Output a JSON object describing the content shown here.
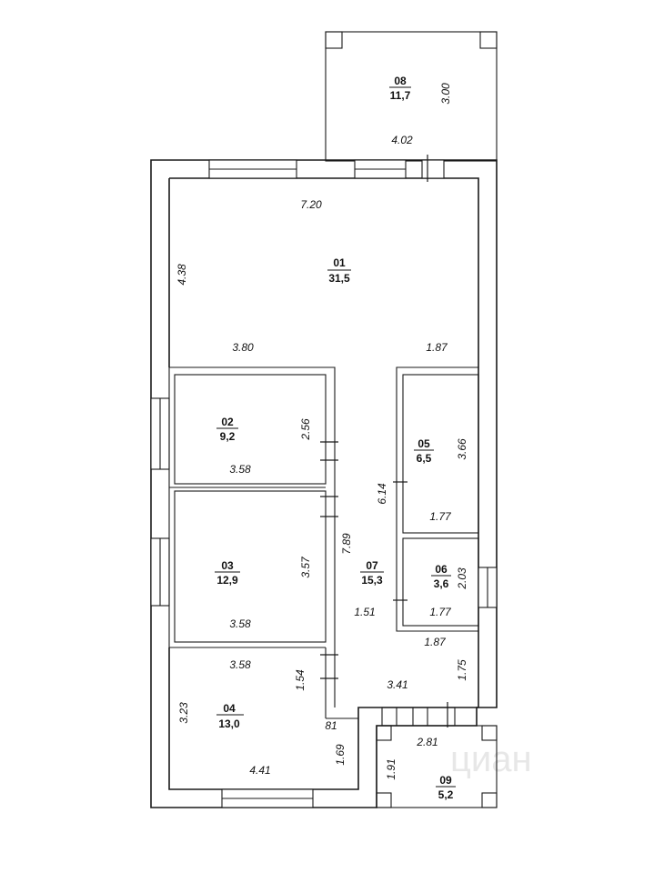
{
  "rooms": [
    {
      "id": "01",
      "number": "01",
      "area": "31,5"
    },
    {
      "id": "02",
      "number": "02",
      "area": "9,2"
    },
    {
      "id": "03",
      "number": "03",
      "area": "12,9"
    },
    {
      "id": "04",
      "number": "04",
      "area": "13,0"
    },
    {
      "id": "05",
      "number": "05",
      "area": "6,5"
    },
    {
      "id": "06",
      "number": "06",
      "area": "3,6"
    },
    {
      "id": "07",
      "number": "07",
      "area": "15,3"
    },
    {
      "id": "08",
      "number": "08",
      "area": "11,7"
    },
    {
      "id": "09",
      "number": "09",
      "area": "5,2"
    }
  ],
  "dimensions": {
    "d08_h": "3.00",
    "d08_w": "4.02",
    "d01_top": "7.20",
    "d01_left": "4.38",
    "d01_bl": "3.80",
    "d01_br": "1.87",
    "d02_h": "2.56",
    "d02_w": "3.58",
    "d05_h": "3.66",
    "d05_w": "1.77",
    "d07_a": "6.14",
    "d07_b": "7.89",
    "d07_c": "1.51",
    "d03_h": "3.57",
    "d03_w": "3.58",
    "d06_h": "2.03",
    "d06_w": "1.77",
    "d07_d": "1.87",
    "d07_e": "1.75",
    "d04_top": "3.58",
    "d04_r": "1.54",
    "d07_f": "3.41",
    "d04_left": "3.23",
    "d04_81": "81",
    "d09_w": "2.81",
    "d09_h": "1.91",
    "d04_r2": "1.69",
    "d04_bot": "4.41"
  },
  "watermark": "циан"
}
